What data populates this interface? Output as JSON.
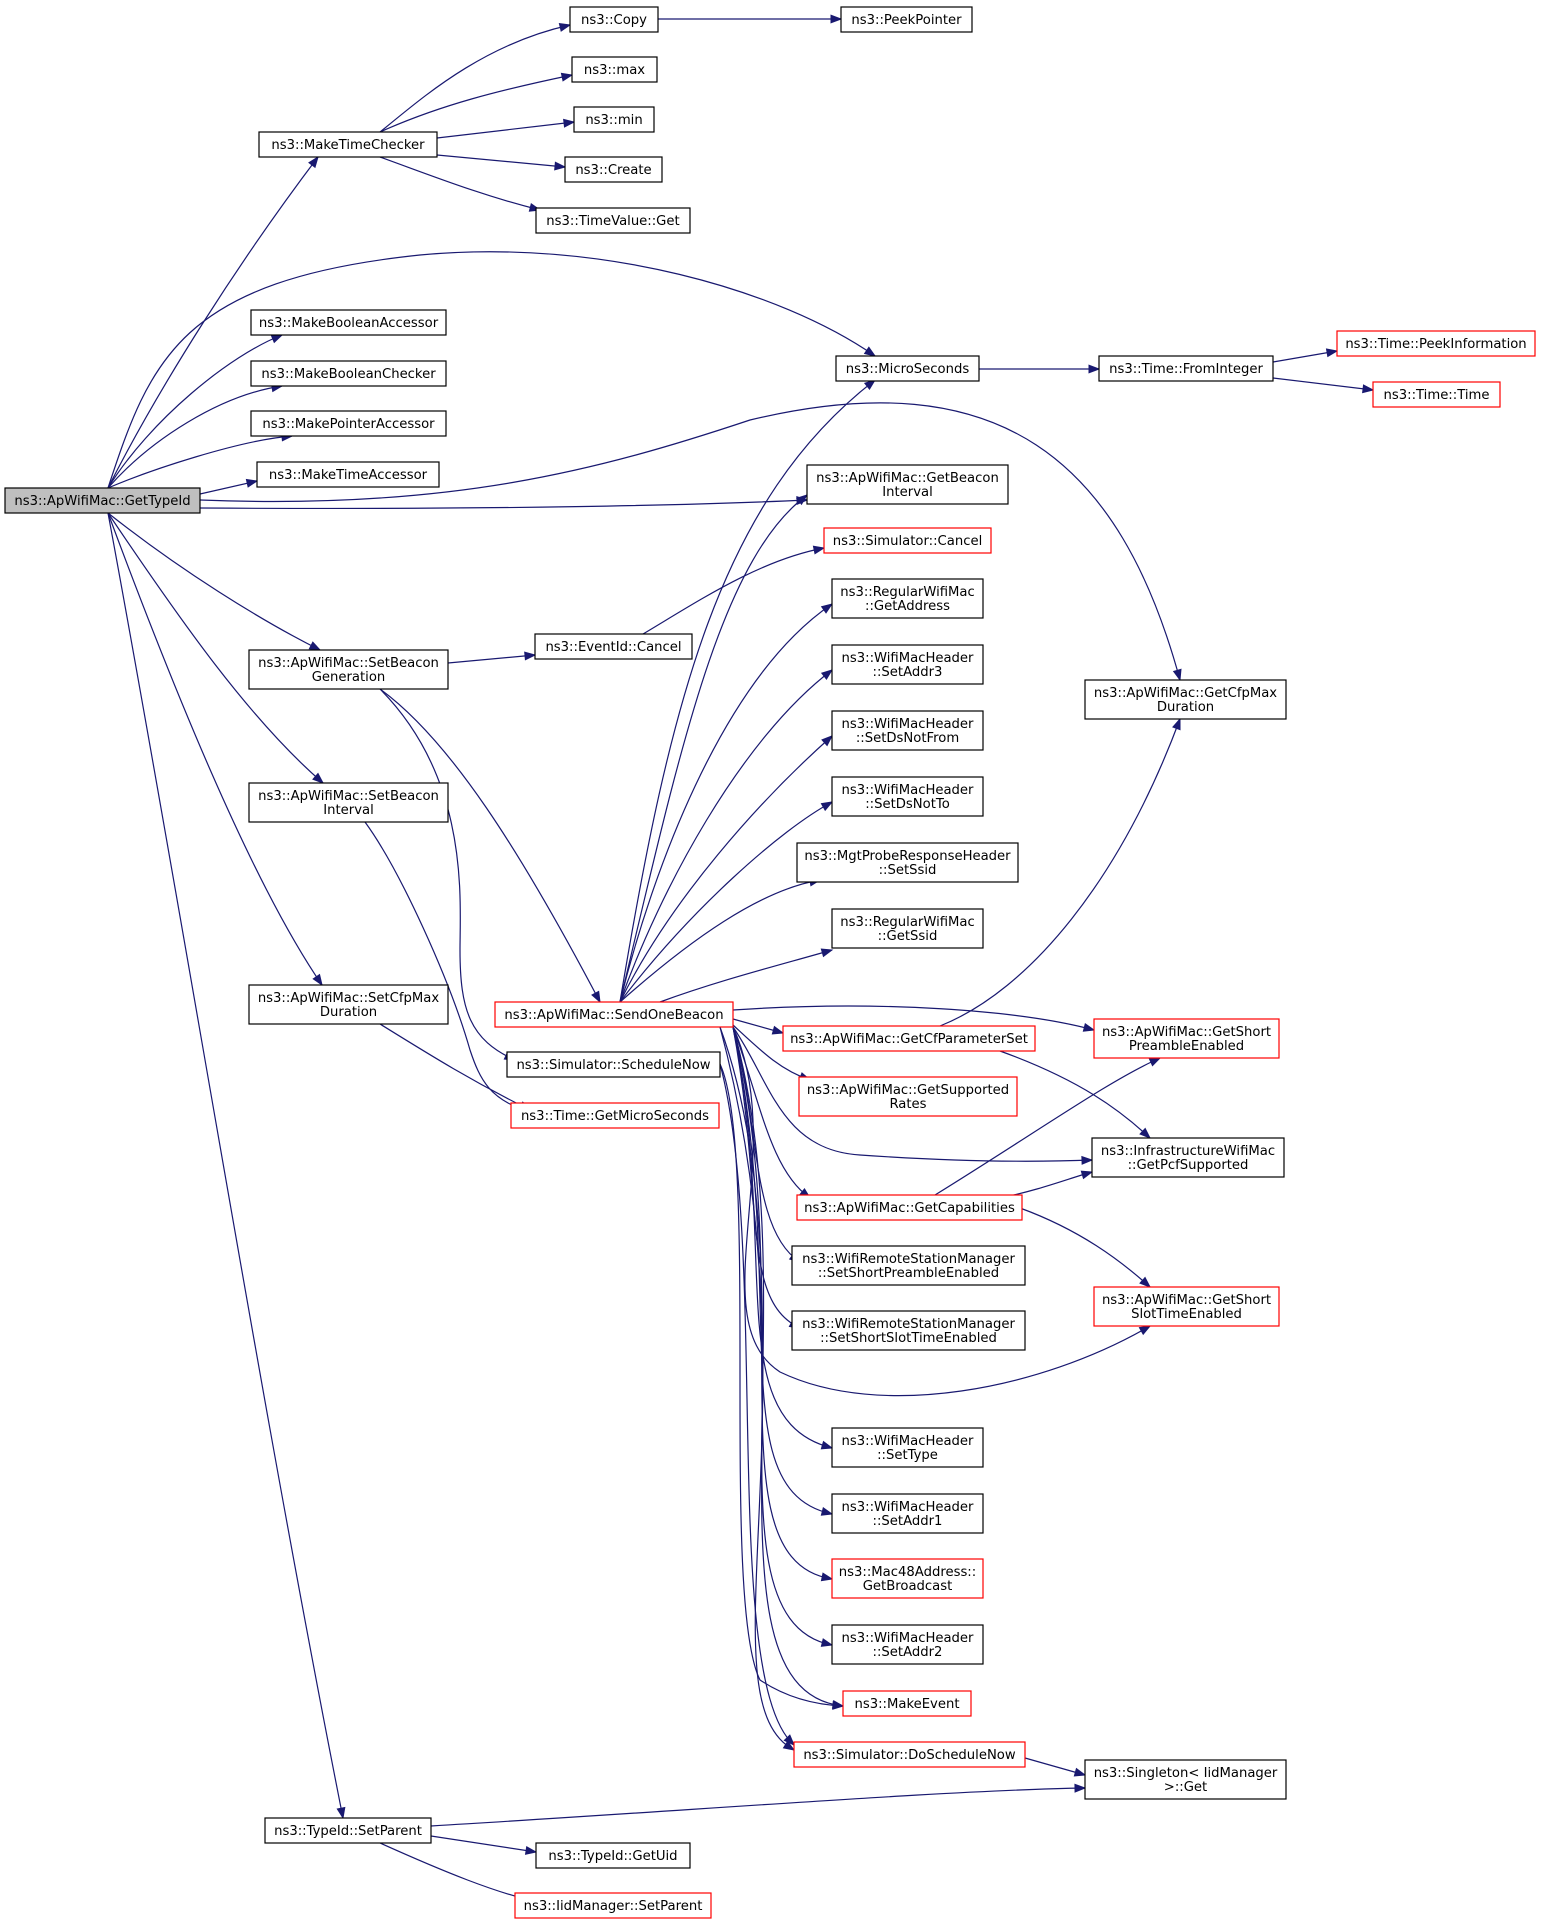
{
  "graph": {
    "root": "n0",
    "nodes": [
      {
        "id": "n0",
        "lines": [
          "ns3::ApWifiMac::GetTypeId"
        ],
        "style": "root"
      },
      {
        "id": "n1",
        "lines": [
          "ns3::MakeTimeChecker"
        ],
        "style": "normal"
      },
      {
        "id": "n2",
        "lines": [
          "ns3::Copy"
        ],
        "style": "normal"
      },
      {
        "id": "n3",
        "lines": [
          "ns3::PeekPointer"
        ],
        "style": "normal"
      },
      {
        "id": "n4",
        "lines": [
          "ns3::max"
        ],
        "style": "normal"
      },
      {
        "id": "n5",
        "lines": [
          "ns3::min"
        ],
        "style": "normal"
      },
      {
        "id": "n6",
        "lines": [
          "ns3::Create"
        ],
        "style": "normal"
      },
      {
        "id": "n7",
        "lines": [
          "ns3::TimeValue::Get"
        ],
        "style": "normal"
      },
      {
        "id": "n8",
        "lines": [
          "ns3::MakeBooleanAccessor"
        ],
        "style": "normal"
      },
      {
        "id": "n9",
        "lines": [
          "ns3::MakeBooleanChecker"
        ],
        "style": "normal"
      },
      {
        "id": "n10",
        "lines": [
          "ns3::MakePointerAccessor"
        ],
        "style": "normal"
      },
      {
        "id": "n11",
        "lines": [
          "ns3::MakeTimeAccessor"
        ],
        "style": "normal"
      },
      {
        "id": "n12",
        "lines": [
          "ns3::MicroSeconds"
        ],
        "style": "normal"
      },
      {
        "id": "n13",
        "lines": [
          "ns3::Time::FromInteger"
        ],
        "style": "normal"
      },
      {
        "id": "n14",
        "lines": [
          "ns3::Time::PeekInformation"
        ],
        "style": "red"
      },
      {
        "id": "n15",
        "lines": [
          "ns3::Time::Time"
        ],
        "style": "red"
      },
      {
        "id": "n16",
        "lines": [
          "ns3::ApWifiMac::GetBeacon",
          "Interval"
        ],
        "style": "normal"
      },
      {
        "id": "n17",
        "lines": [
          "ns3::Simulator::Cancel"
        ],
        "style": "red"
      },
      {
        "id": "n18",
        "lines": [
          "ns3::RegularWifiMac",
          "::GetAddress"
        ],
        "style": "normal"
      },
      {
        "id": "n19",
        "lines": [
          "ns3::WifiMacHeader",
          "::SetAddr3"
        ],
        "style": "normal"
      },
      {
        "id": "n20",
        "lines": [
          "ns3::WifiMacHeader",
          "::SetDsNotFrom"
        ],
        "style": "normal"
      },
      {
        "id": "n21",
        "lines": [
          "ns3::WifiMacHeader",
          "::SetDsNotTo"
        ],
        "style": "normal"
      },
      {
        "id": "n22",
        "lines": [
          "ns3::MgtProbeResponseHeader",
          "::SetSsid"
        ],
        "style": "normal"
      },
      {
        "id": "n23",
        "lines": [
          "ns3::RegularWifiMac",
          "::GetSsid"
        ],
        "style": "normal"
      },
      {
        "id": "n24",
        "lines": [
          "ns3::ApWifiMac::SetBeacon",
          "Generation"
        ],
        "style": "normal"
      },
      {
        "id": "n25",
        "lines": [
          "ns3::EventId::Cancel"
        ],
        "style": "normal"
      },
      {
        "id": "n26",
        "lines": [
          "ns3::ApWifiMac::GetCfpMax",
          "Duration"
        ],
        "style": "normal"
      },
      {
        "id": "n27",
        "lines": [
          "ns3::ApWifiMac::SetBeacon",
          "Interval"
        ],
        "style": "normal"
      },
      {
        "id": "n28",
        "lines": [
          "ns3::ApWifiMac::SetCfpMax",
          "Duration"
        ],
        "style": "normal"
      },
      {
        "id": "n29",
        "lines": [
          "ns3::ApWifiMac::SendOneBeacon"
        ],
        "style": "red"
      },
      {
        "id": "n30",
        "lines": [
          "ns3::ApWifiMac::GetCfParameterSet"
        ],
        "style": "red"
      },
      {
        "id": "n31",
        "lines": [
          "ns3::ApWifiMac::GetShort",
          "PreambleEnabled"
        ],
        "style": "red"
      },
      {
        "id": "n32",
        "lines": [
          "ns3::Simulator::ScheduleNow"
        ],
        "style": "normal"
      },
      {
        "id": "n33",
        "lines": [
          "ns3::ApWifiMac::GetSupported",
          "Rates"
        ],
        "style": "red"
      },
      {
        "id": "n34",
        "lines": [
          "ns3::Time::GetMicroSeconds"
        ],
        "style": "red"
      },
      {
        "id": "n35",
        "lines": [
          "ns3::InfrastructureWifiMac",
          "::GetPcfSupported"
        ],
        "style": "normal"
      },
      {
        "id": "n36",
        "lines": [
          "ns3::ApWifiMac::GetCapabilities"
        ],
        "style": "red"
      },
      {
        "id": "n37",
        "lines": [
          "ns3::WifiRemoteStationManager",
          "::SetShortPreambleEnabled"
        ],
        "style": "normal"
      },
      {
        "id": "n38",
        "lines": [
          "ns3::ApWifiMac::GetShort",
          "SlotTimeEnabled"
        ],
        "style": "red"
      },
      {
        "id": "n39",
        "lines": [
          "ns3::WifiRemoteStationManager",
          "::SetShortSlotTimeEnabled"
        ],
        "style": "normal"
      },
      {
        "id": "n40",
        "lines": [
          "ns3::WifiMacHeader",
          "::SetType"
        ],
        "style": "normal"
      },
      {
        "id": "n41",
        "lines": [
          "ns3::WifiMacHeader",
          "::SetAddr1"
        ],
        "style": "normal"
      },
      {
        "id": "n42",
        "lines": [
          "ns3::Mac48Address::",
          "GetBroadcast"
        ],
        "style": "red"
      },
      {
        "id": "n43",
        "lines": [
          "ns3::WifiMacHeader",
          "::SetAddr2"
        ],
        "style": "normal"
      },
      {
        "id": "n44",
        "lines": [
          "ns3::MakeEvent"
        ],
        "style": "red"
      },
      {
        "id": "n45",
        "lines": [
          "ns3::Simulator::DoScheduleNow"
        ],
        "style": "red"
      },
      {
        "id": "n46",
        "lines": [
          "ns3::Singleton< IidManager",
          " >::Get"
        ],
        "style": "normal"
      },
      {
        "id": "n47",
        "lines": [
          "ns3::TypeId::SetParent"
        ],
        "style": "normal"
      },
      {
        "id": "n48",
        "lines": [
          "ns3::TypeId::GetUid"
        ],
        "style": "normal"
      },
      {
        "id": "n49",
        "lines": [
          "ns3::IidManager::SetParent"
        ],
        "style": "red"
      }
    ],
    "edges": [
      [
        "n0",
        "n1"
      ],
      [
        "n1",
        "n2"
      ],
      [
        "n2",
        "n3"
      ],
      [
        "n1",
        "n4"
      ],
      [
        "n1",
        "n5"
      ],
      [
        "n1",
        "n6"
      ],
      [
        "n1",
        "n7"
      ],
      [
        "n0",
        "n12"
      ],
      [
        "n0",
        "n8"
      ],
      [
        "n0",
        "n9"
      ],
      [
        "n0",
        "n10"
      ],
      [
        "n0",
        "n11"
      ],
      [
        "n0",
        "n26"
      ],
      [
        "n0",
        "n16"
      ],
      [
        "n0",
        "n24"
      ],
      [
        "n0",
        "n27"
      ],
      [
        "n0",
        "n28"
      ],
      [
        "n0",
        "n47"
      ],
      [
        "n12",
        "n13"
      ],
      [
        "n13",
        "n14"
      ],
      [
        "n13",
        "n15"
      ],
      [
        "n24",
        "n25"
      ],
      [
        "n25",
        "n17"
      ],
      [
        "n24",
        "n29"
      ],
      [
        "n24",
        "n32"
      ],
      [
        "n27",
        "n34"
      ],
      [
        "n28",
        "n34"
      ],
      [
        "n29",
        "n12"
      ],
      [
        "n29",
        "n16"
      ],
      [
        "n29",
        "n18"
      ],
      [
        "n29",
        "n19"
      ],
      [
        "n29",
        "n20"
      ],
      [
        "n29",
        "n21"
      ],
      [
        "n29",
        "n22"
      ],
      [
        "n29",
        "n23"
      ],
      [
        "n29",
        "n31"
      ],
      [
        "n29",
        "n30"
      ],
      [
        "n29",
        "n33"
      ],
      [
        "n29",
        "n35"
      ],
      [
        "n29",
        "n36"
      ],
      [
        "n29",
        "n37"
      ],
      [
        "n29",
        "n39"
      ],
      [
        "n29",
        "n38"
      ],
      [
        "n29",
        "n40"
      ],
      [
        "n29",
        "n41"
      ],
      [
        "n29",
        "n42"
      ],
      [
        "n29",
        "n43"
      ],
      [
        "n29",
        "n44"
      ],
      [
        "n29",
        "n45"
      ],
      [
        "n30",
        "n26"
      ],
      [
        "n30",
        "n35"
      ],
      [
        "n36",
        "n31"
      ],
      [
        "n36",
        "n35"
      ],
      [
        "n36",
        "n38"
      ],
      [
        "n32",
        "n44"
      ],
      [
        "n32",
        "n45"
      ],
      [
        "n45",
        "n46"
      ],
      [
        "n47",
        "n46"
      ],
      [
        "n47",
        "n48"
      ],
      [
        "n47",
        "n49"
      ]
    ]
  }
}
